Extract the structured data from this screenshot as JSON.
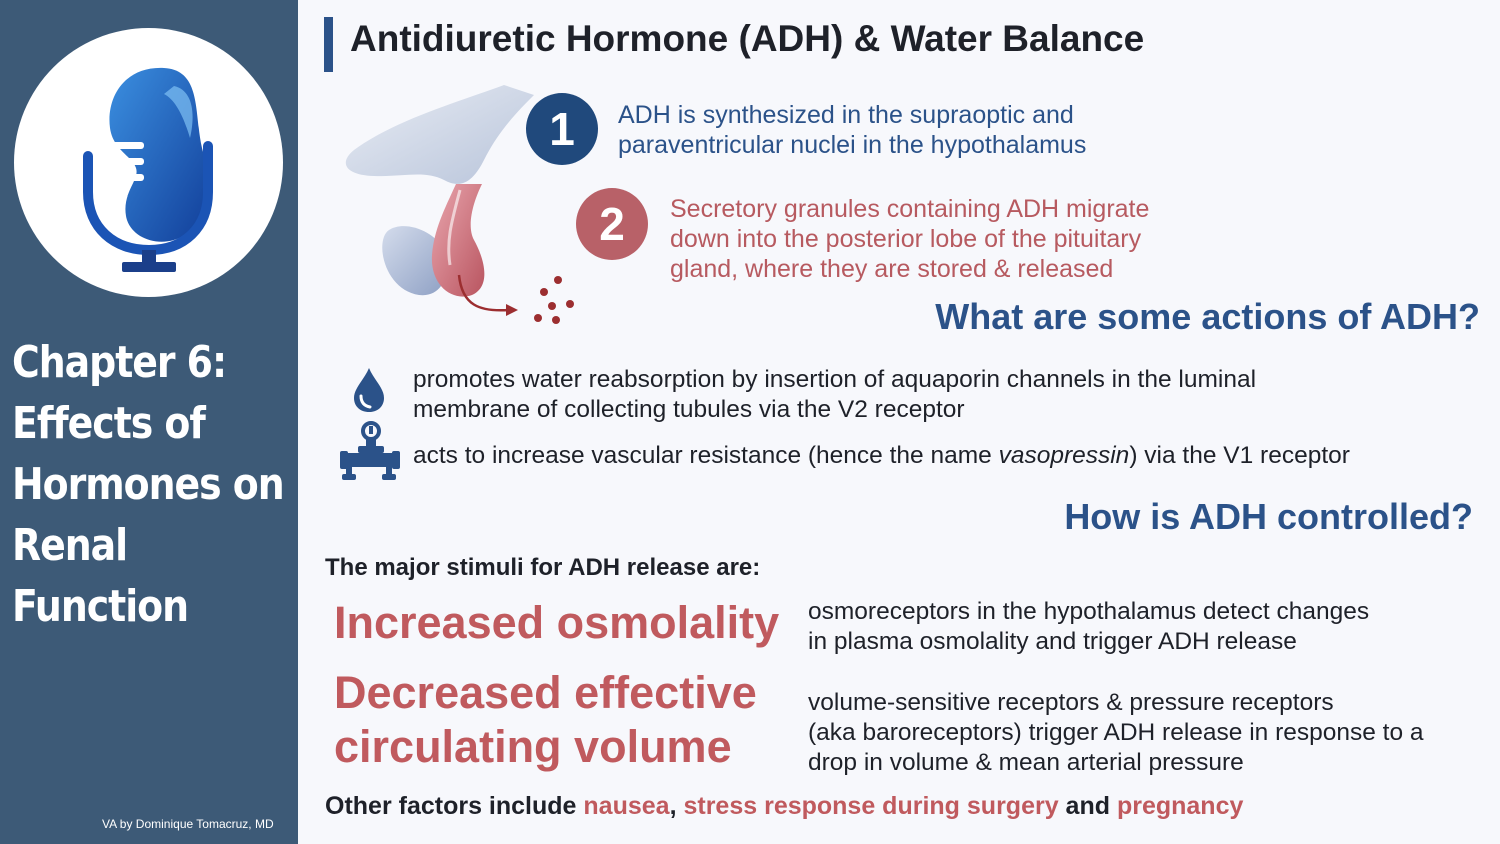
{
  "sidebar": {
    "chapter_lines": [
      "Chapter 6:",
      "Effects of",
      "Hormones on",
      "Renal",
      "Function"
    ],
    "credit": "VA by Dominique Tomacruz, MD"
  },
  "main": {
    "title": "Antidiuretic Hormone (ADH) & Water Balance",
    "steps": [
      {
        "number": "1",
        "lines": [
          "ADH is synthesized in the supraoptic and",
          "paraventricular nuclei in the hypothalamus"
        ]
      },
      {
        "number": "2",
        "lines": [
          "Secretory granules containing ADH migrate",
          "down into the posterior lobe of the pituitary",
          "gland, where they are stored & released"
        ]
      }
    ],
    "actions_heading": "What are some actions of ADH?",
    "actions": [
      {
        "icon": "water-drop-icon",
        "lines": [
          "promotes water reabsorption by insertion of aquaporin channels in the luminal",
          "membrane of collecting tubules via the V2 receptor"
        ]
      },
      {
        "icon": "pipe-valve-icon",
        "text_before": "acts to increase vascular resistance (hence the name ",
        "text_italic": "vasopressin",
        "text_after": ") via the V1 receptor"
      }
    ],
    "control_heading": "How is ADH controlled?",
    "stimuli_intro": "The major stimuli for ADH release are:",
    "stimuli": [
      {
        "label_lines": [
          "Increased osmolality"
        ],
        "desc_lines": [
          "osmoreceptors in the hypothalamus detect changes",
          "in plasma osmolality and trigger ADH release"
        ]
      },
      {
        "label_lines": [
          "Decreased effective",
          "circulating volume"
        ],
        "desc_lines": [
          "volume-sensitive receptors & pressure receptors",
          "(aka baroreceptors) trigger ADH release in response to a",
          "drop in volume & mean arterial pressure"
        ]
      }
    ],
    "other": {
      "prefix": "Other factors include ",
      "f1": "nausea",
      "sep1": ", ",
      "f2": "stress response during surgery",
      "sep2": " and ",
      "f3": "pregnancy"
    }
  },
  "colors": {
    "sidebar": "#3d5a77",
    "navy": "#2b5289",
    "rose": "#c05a5e"
  }
}
